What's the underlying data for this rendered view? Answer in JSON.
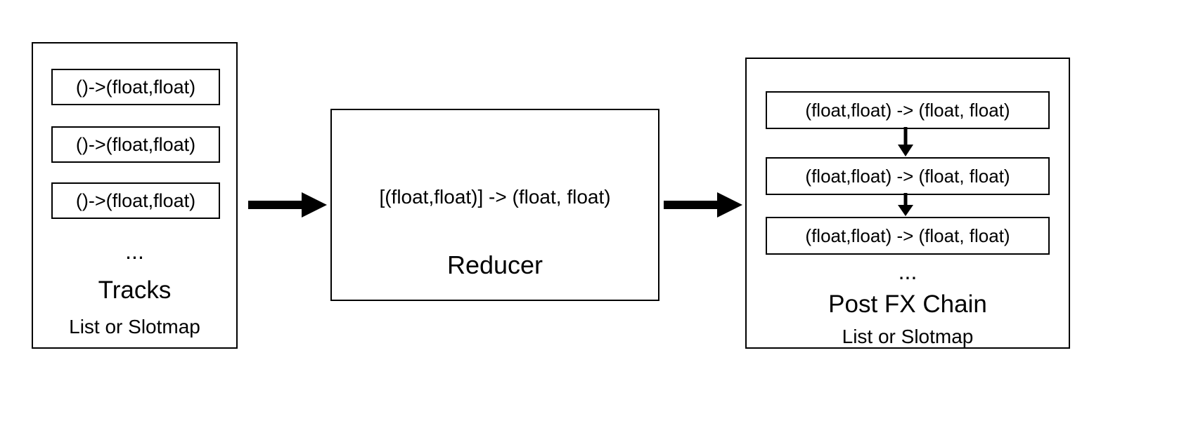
{
  "diagram": {
    "tracks": {
      "items": [
        "()->(float,float)",
        "()->(float,float)",
        "()->(float,float)"
      ],
      "ellipsis": "...",
      "title": "Tracks",
      "subtitle": "List or Slotmap"
    },
    "reducer": {
      "signature": "[(float,float)] -> (float, float)",
      "title": "Reducer"
    },
    "postfx": {
      "items": [
        "(float,float) -> (float, float)",
        "(float,float) -> (float, float)",
        "(float,float) -> (float, float)"
      ],
      "ellipsis": "...",
      "title": "Post FX Chain",
      "subtitle": "List or Slotmap"
    },
    "colors": {
      "stroke": "#000000",
      "background": "#ffffff"
    }
  }
}
